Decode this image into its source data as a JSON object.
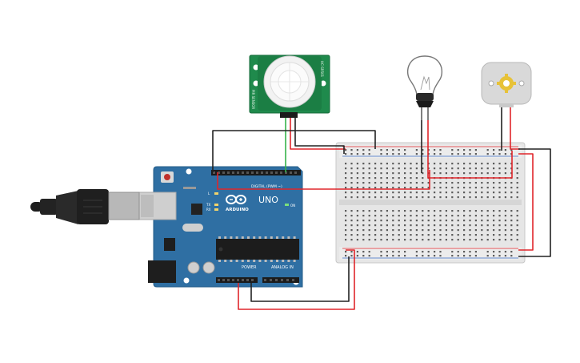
{
  "arduino": {
    "brand": "ARDUINO",
    "model": "UNO",
    "digital_label": "DIGITAL (PWM ~)",
    "power_label": "POWER",
    "analog_label": "ANALOG IN",
    "on_label": "ON",
    "tx_label": "TX",
    "rx_label": "RX",
    "l_label": "L"
  },
  "pir_sensor": {
    "label_a": "HC-SR501",
    "label_b": "PIR SENSOR"
  },
  "colors": {
    "board": "#2f6fa3",
    "board_dark": "#23587f",
    "pir_board": "#1f8a4c",
    "wire_red": "#e0262b",
    "wire_black": "#222222",
    "wire_green": "#35b34a",
    "breadboard": "#e9e9e9"
  },
  "icons": {
    "usb": "usb-cable-icon",
    "bulb": "light-bulb-icon",
    "motor": "dc-motor-icon",
    "pir": "pir-sensor-icon"
  }
}
